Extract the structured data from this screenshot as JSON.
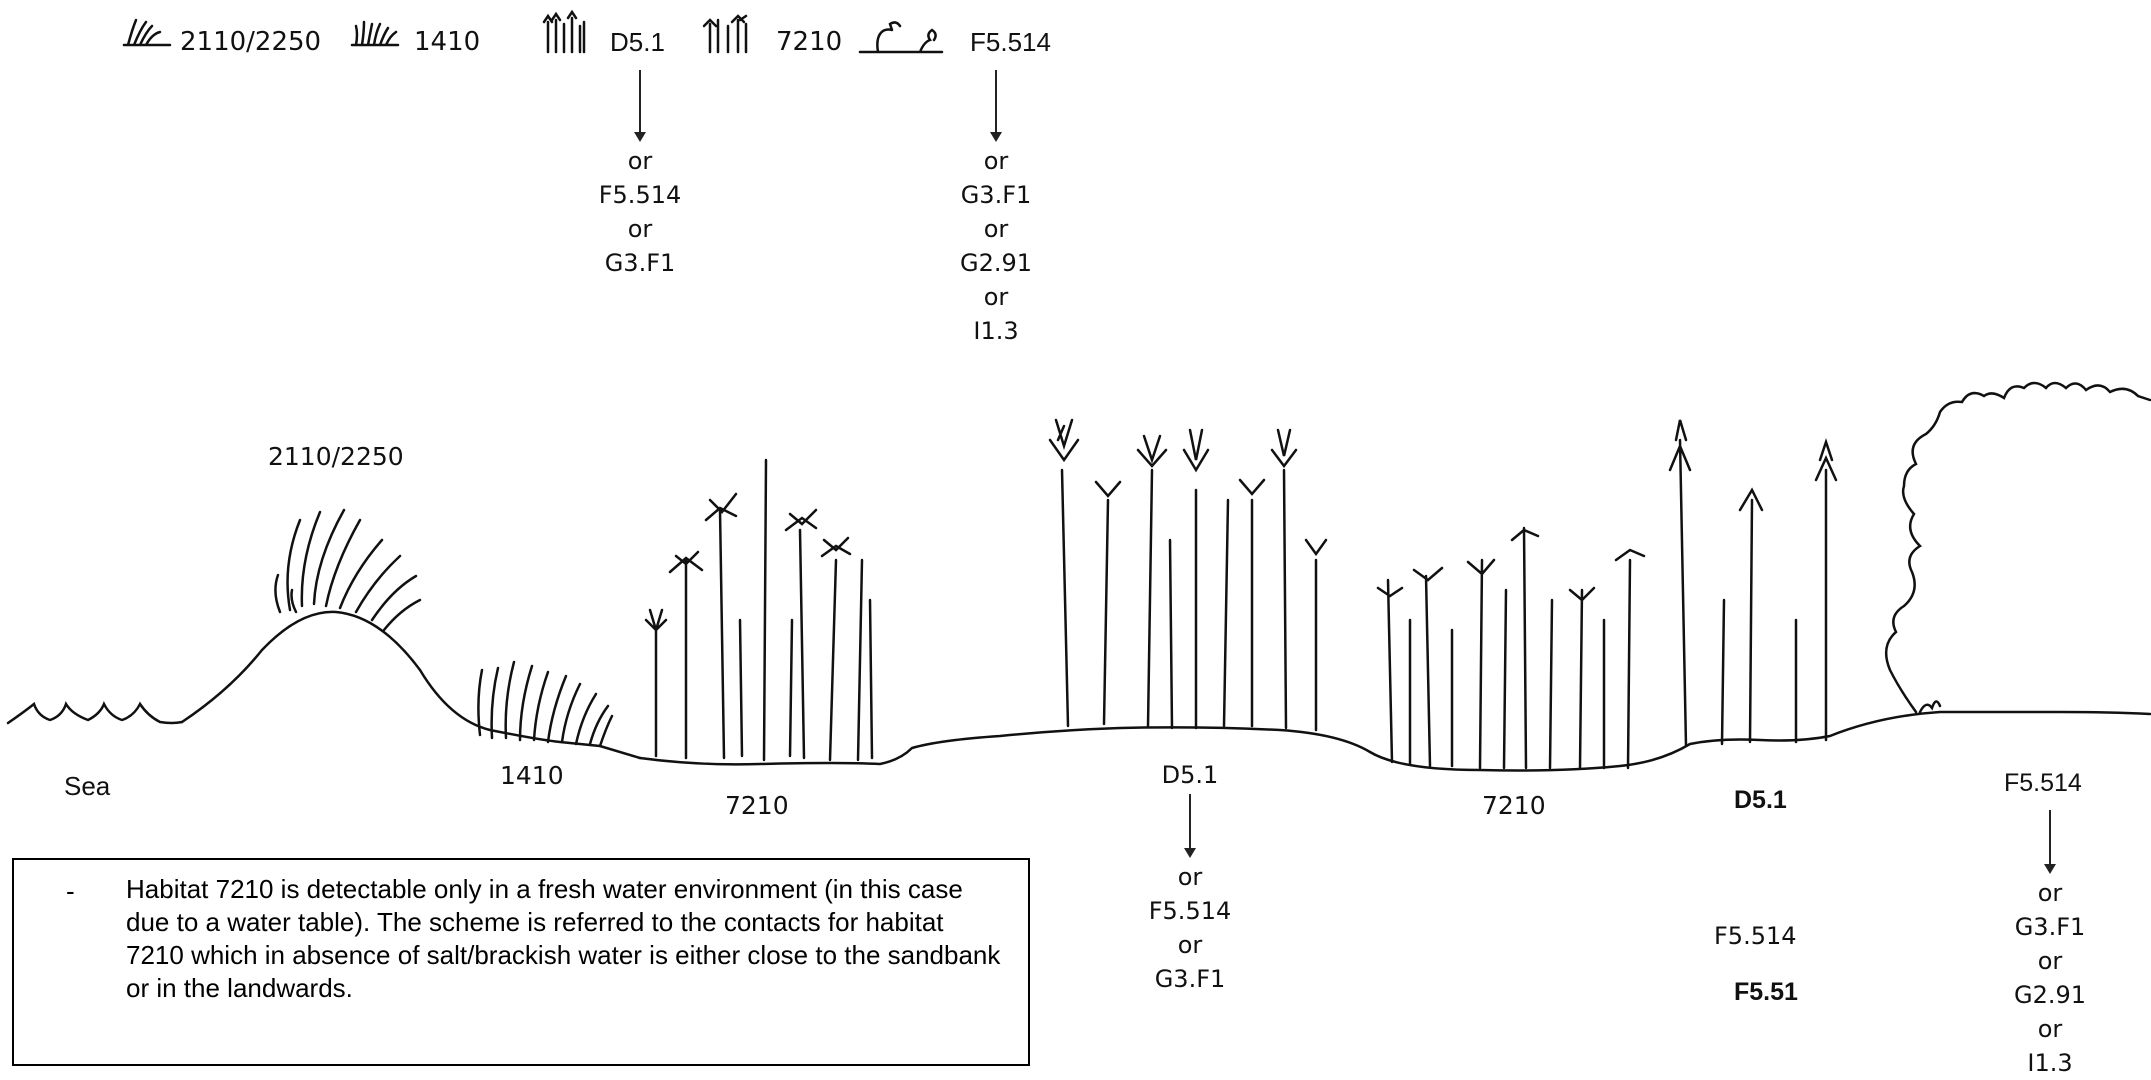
{
  "legend": {
    "item1": "2110/2250",
    "item2": "1410",
    "item3": "D5.1",
    "item4": "7210",
    "item5": "F5.514"
  },
  "top_chain_d51": [
    "or",
    "F5.514",
    "or",
    "G3.F1"
  ],
  "top_chain_f5514": [
    "or",
    "G3.F1",
    "or",
    "G2.91",
    "or",
    "I1.3"
  ],
  "profile_labels": {
    "dune": "2110/2250",
    "sea": "Sea",
    "saltmarsh": "1410",
    "fen_left": "7210",
    "d51_center": "D5.1",
    "fen_right": "7210",
    "d51_right": "D5.1",
    "f5514_right": "F5.514",
    "f5514_mid": "F5.514",
    "f551": "F5.51"
  },
  "bottom_chain_d51": [
    "or",
    "F5.514",
    "or",
    "G3.F1"
  ],
  "bottom_chain_f5514": [
    "or",
    "G3.F1",
    "or",
    "G2.91",
    "or",
    "I1.3"
  ],
  "note": {
    "bullet": "-",
    "text": "Habitat 7210 is detectable only in a fresh water environment (in this case due to a water table). The scheme is referred to the contacts for habitat 7210 which in absence of salt/brackish water is either close to the sandbank or in the landwards."
  }
}
